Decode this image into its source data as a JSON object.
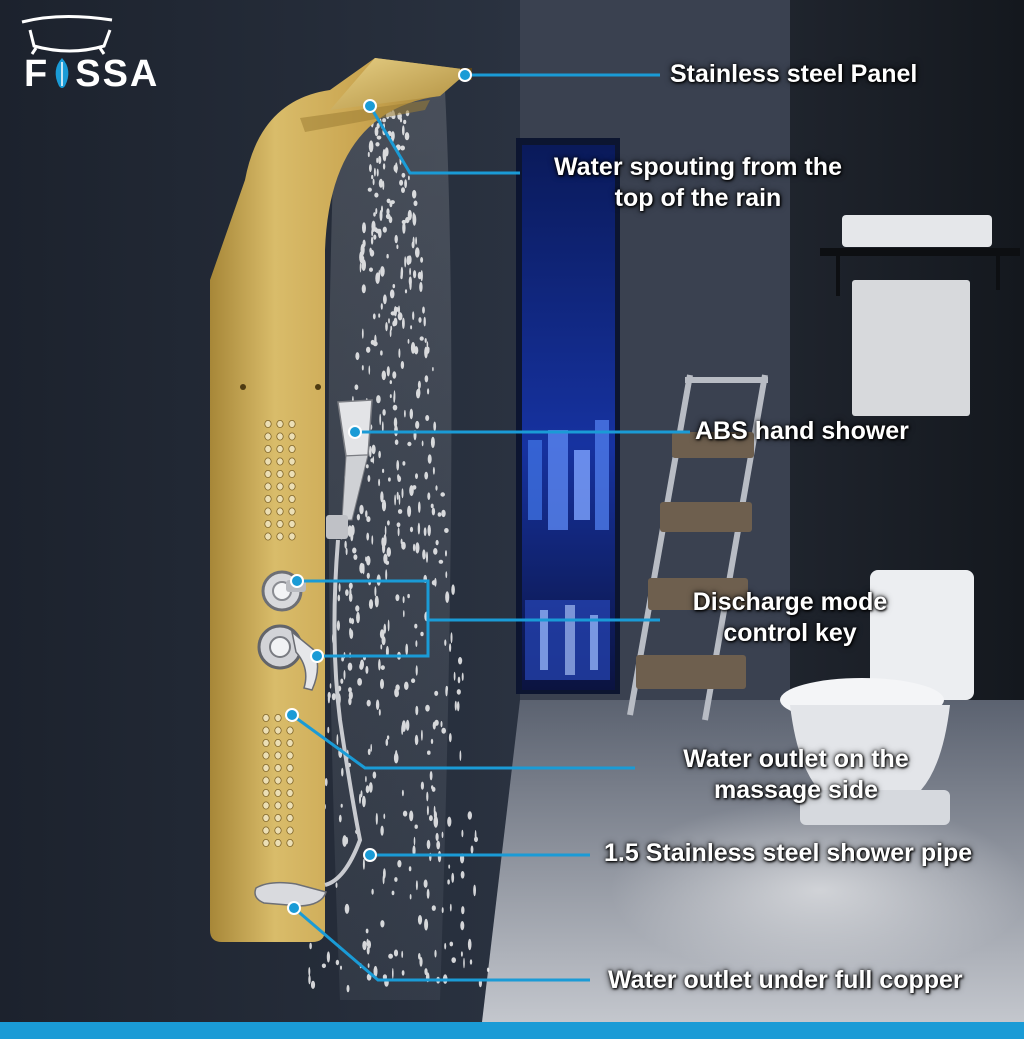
{
  "brand": {
    "name_part1": "F",
    "name_part2": "SSA",
    "logo_icon": "bathtub-icon",
    "leaf_icon": "leaf-icon"
  },
  "callouts": {
    "panel": "Stainless steel Panel",
    "rain_line1": "Water spouting from the",
    "rain_line2": "top of the rain",
    "hand_shower": "ABS hand shower",
    "discharge_line1": "Discharge mode",
    "discharge_line2": "control key",
    "massage_line1": "Water outlet on the",
    "massage_line2": "massage side",
    "pipe": "1.5 Stainless steel shower pipe",
    "copper": "Water outlet under full copper"
  },
  "colors": {
    "accent": "#1a9bd6",
    "panel_gold": "#c9a44f",
    "text": "#ffffff"
  }
}
